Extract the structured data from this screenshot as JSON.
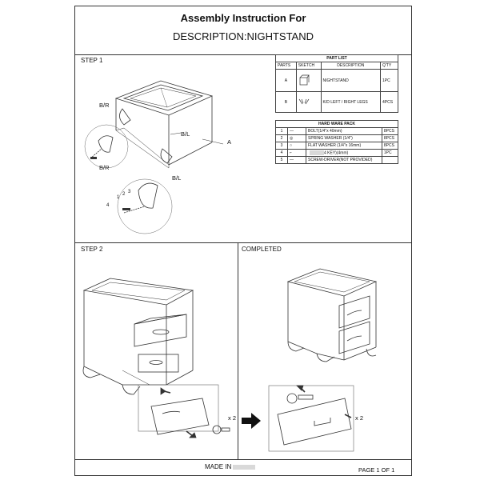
{
  "header": {
    "title": "Assembly Instruction For",
    "description": "DESCRIPTION:NIGHTSTAND"
  },
  "step1": {
    "label": "STEP 1",
    "callouts": [
      "B/R",
      "B/L",
      "A",
      "B/R",
      "B/L"
    ],
    "numbers": [
      "4",
      "1",
      "2",
      "3"
    ]
  },
  "part_list": {
    "title": "PART LIST",
    "headers": [
      "PARTS",
      "SKETCH",
      "DESCRIPTION",
      "Q'TY"
    ],
    "rows": [
      {
        "part": "A",
        "description": "NIGHTSTAND",
        "qty": "1PC"
      },
      {
        "part": "B",
        "description": "K/D LEFT / RIGHT LEGS",
        "qty": "4PCS"
      }
    ]
  },
  "hardware_pack": {
    "title": "HARD WARE PACK",
    "rows": [
      {
        "no": "1",
        "description": "BOLT(1/4\"x 40mm)",
        "qty": "8PCS"
      },
      {
        "no": "2",
        "description": "SPRING WASHER (1/4\")",
        "qty": "8PCS"
      },
      {
        "no": "3",
        "description": "FLAT WASHER (1/4\"x 16mm)",
        "qty": "8PCS"
      },
      {
        "no": "4",
        "description": "4 KEY)(4mm)",
        "qty": "1PC"
      },
      {
        "no": "5",
        "description": "SCREW-DRIVER(NOT PROVIDED)",
        "qty": ""
      }
    ]
  },
  "step2": {
    "label": "STEP 2",
    "multiplier_left": "x 2",
    "multiplier_right": "x 2"
  },
  "completed": {
    "label": "COMPLETED"
  },
  "footer": {
    "made_in": "MADE IN",
    "page": "PAGE 1  OF 1"
  }
}
